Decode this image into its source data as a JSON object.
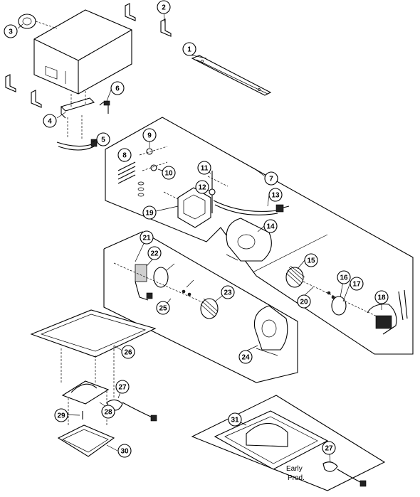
{
  "diagram": {
    "callouts": [
      "1",
      "2",
      "3",
      "4",
      "5",
      "6",
      "7",
      "8",
      "9",
      "10",
      "11",
      "12",
      "13",
      "14",
      "15",
      "16",
      "17",
      "18",
      "19",
      "20",
      "21",
      "22",
      "23",
      "24",
      "25",
      "26",
      "27",
      "28",
      "29",
      "30",
      "31"
    ],
    "note_lines": [
      "Early",
      "Prod."
    ]
  }
}
